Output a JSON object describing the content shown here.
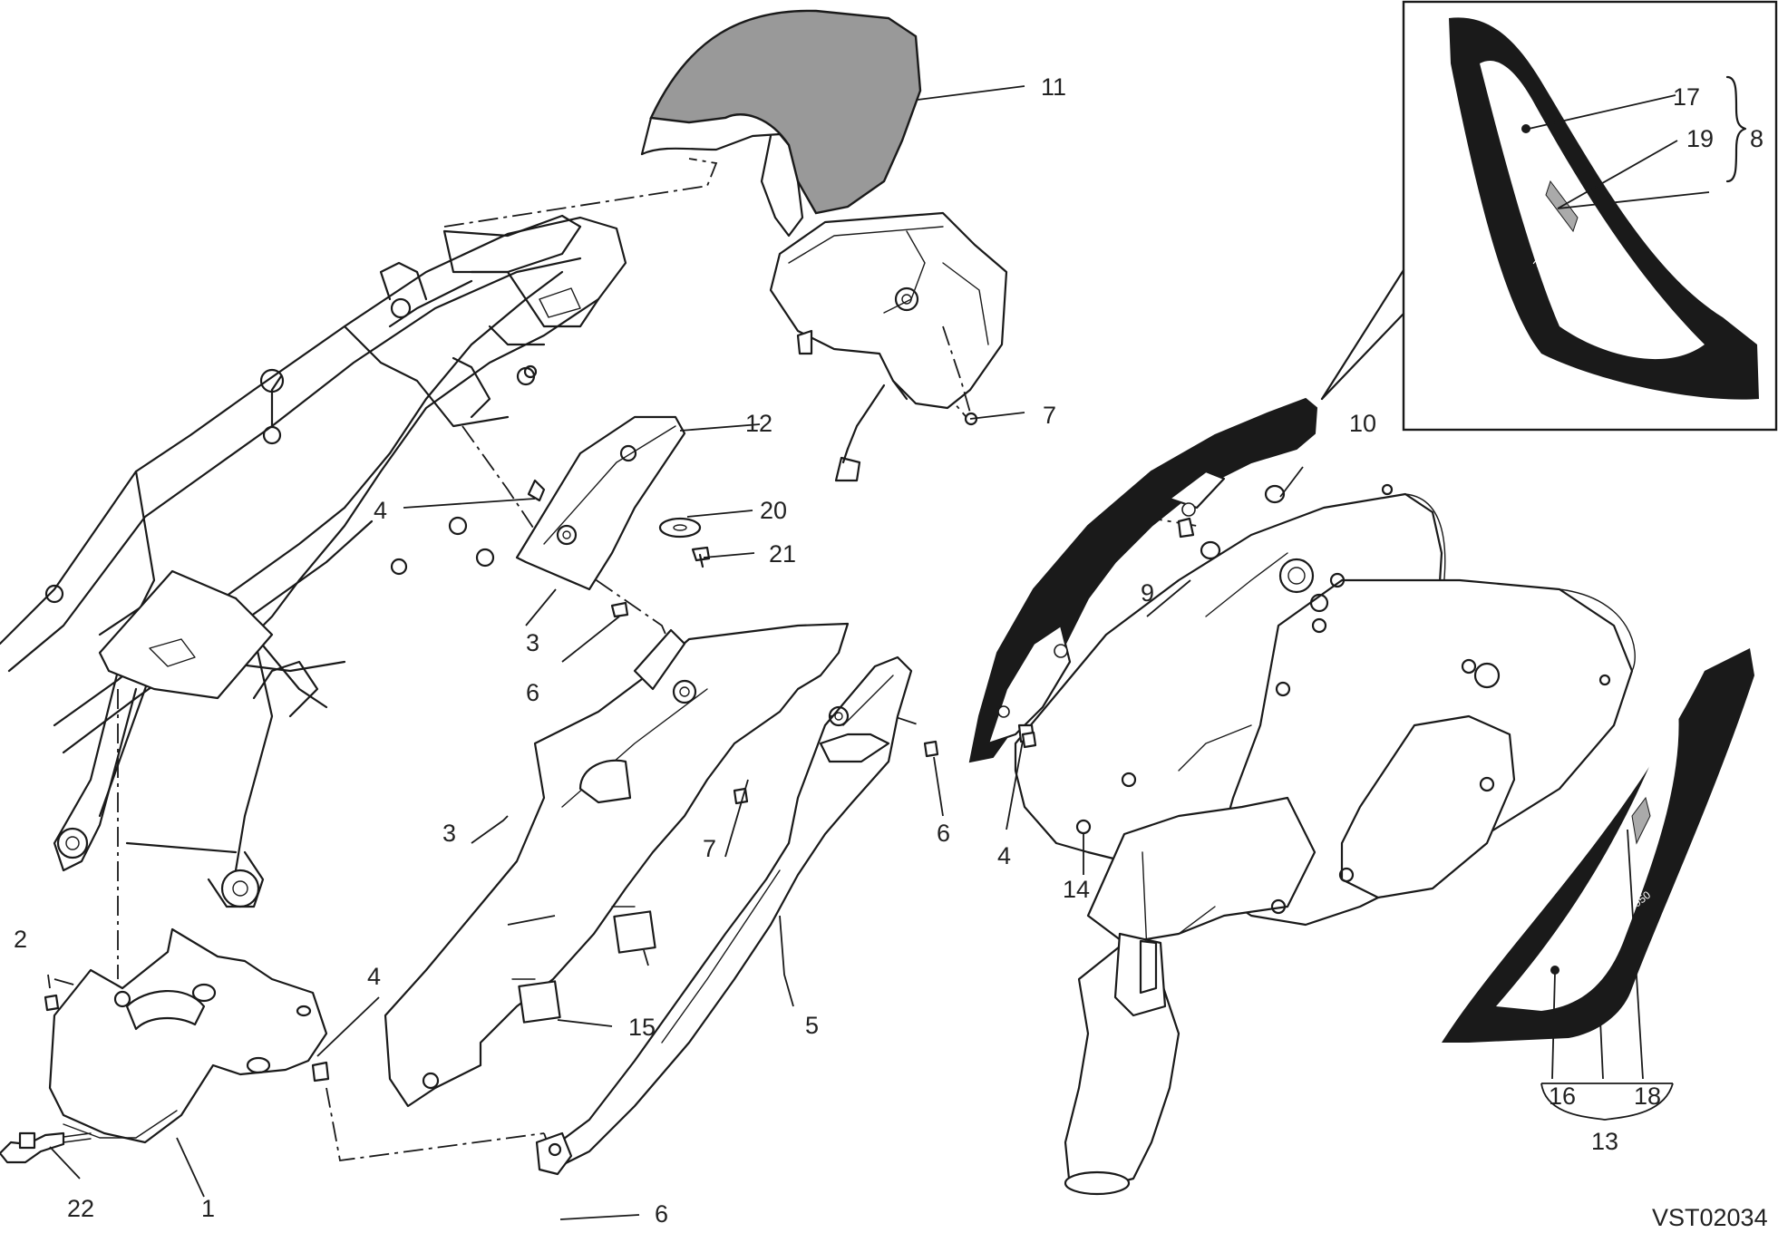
{
  "diagram": {
    "code": "VST02034",
    "callouts": [
      {
        "id": "c1",
        "text": "1"
      },
      {
        "id": "c2",
        "text": "2"
      },
      {
        "id": "c3a",
        "text": "3"
      },
      {
        "id": "c3b",
        "text": "3"
      },
      {
        "id": "c4a",
        "text": "4"
      },
      {
        "id": "c4b",
        "text": "4"
      },
      {
        "id": "c4c",
        "text": "4"
      },
      {
        "id": "c5",
        "text": "5"
      },
      {
        "id": "c6a",
        "text": "6"
      },
      {
        "id": "c6b",
        "text": "6"
      },
      {
        "id": "c6c",
        "text": "6"
      },
      {
        "id": "c7a",
        "text": "7"
      },
      {
        "id": "c7b",
        "text": "7"
      },
      {
        "id": "c8",
        "text": "8"
      },
      {
        "id": "c9",
        "text": "9"
      },
      {
        "id": "c10",
        "text": "10"
      },
      {
        "id": "c11",
        "text": "11"
      },
      {
        "id": "c12",
        "text": "12"
      },
      {
        "id": "c13",
        "text": "13"
      },
      {
        "id": "c14",
        "text": "14"
      },
      {
        "id": "c15",
        "text": "15"
      },
      {
        "id": "c16",
        "text": "16"
      },
      {
        "id": "c17",
        "text": "17"
      },
      {
        "id": "c18",
        "text": "18"
      },
      {
        "id": "c19",
        "text": "19"
      },
      {
        "id": "c20",
        "text": "20"
      },
      {
        "id": "c21",
        "text": "21"
      },
      {
        "id": "c22",
        "text": "22"
      }
    ],
    "decal_text": "HYPERMOTARD 950",
    "colors": {
      "line": "#1a1a1a",
      "seat_fill": "#999999",
      "heat_shield": "#1a1a1a",
      "background": "#ffffff"
    }
  }
}
